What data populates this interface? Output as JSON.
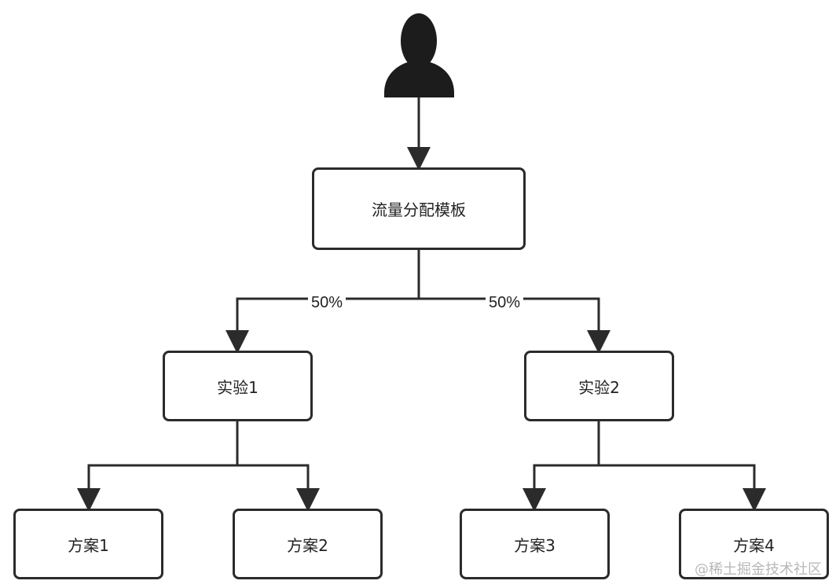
{
  "nodes": {
    "root": "流量分配模板",
    "exp1": "实验1",
    "exp2": "实验2",
    "plan1": "方案1",
    "plan2": "方案2",
    "plan3": "方案3",
    "plan4": "方案4"
  },
  "edge_labels": {
    "left_split": "50%",
    "right_split": "50%"
  },
  "watermark": "@稀土掘金技术社区",
  "icons": {
    "user": "user-icon"
  }
}
